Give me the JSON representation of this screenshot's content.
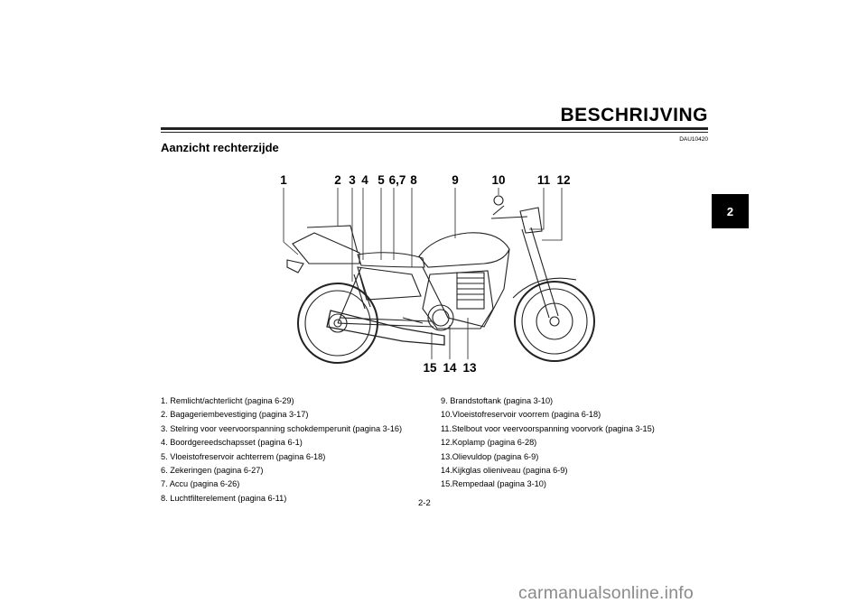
{
  "header": {
    "title": "BESCHRIJVING",
    "doc_code": "DAU10420"
  },
  "section": {
    "title": "Aanzicht rechterzijde"
  },
  "chapter_tab": "2",
  "figure": {
    "callouts_top": [
      "1",
      "2",
      "3",
      "4",
      "5",
      "6,7",
      "8",
      "9",
      "10",
      "11",
      "12"
    ],
    "callouts_bottom": [
      "15",
      "14",
      "13"
    ]
  },
  "legend": {
    "left": [
      "1. Remlicht/achterlicht (pagina 6-29)",
      "2. Bagageriembevestiging (pagina 3-17)",
      "3. Stelring voor veervoorspanning schokdemperunit (pagina 3-16)",
      "4. Boordgereedschapsset (pagina 6-1)",
      "5. Vloeistofreservoir achterrem (pagina 6-18)",
      "6. Zekeringen (pagina 6-27)",
      "7. Accu (pagina 6-26)",
      "8. Luchtfilterelement (pagina 6-11)"
    ],
    "right": [
      "9. Brandstoftank (pagina 3-10)",
      "10.Vloeistofreservoir voorrem (pagina 6-18)",
      "11.Stelbout voor veervoorspanning voorvork (pagina 3-15)",
      "12.Koplamp (pagina 6-28)",
      "13.Olievuldop (pagina 6-9)",
      "14.Kijkglas olieniveau (pagina 6-9)",
      "15.Rempedaal (pagina 3-10)"
    ]
  },
  "footer": {
    "page_number": "2-2",
    "watermark": "carmanualsonline.info"
  }
}
